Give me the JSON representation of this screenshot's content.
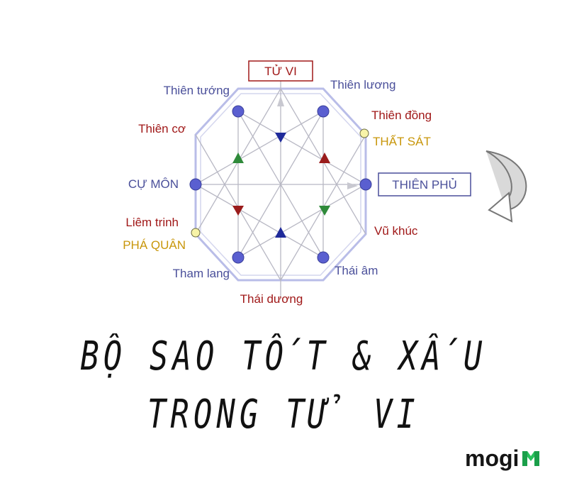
{
  "diagram": {
    "top_box": "TỬ VI",
    "right_box": "THIÊN PHỦ",
    "labels": {
      "thien_tuong": "Thiên tướng",
      "thien_luong": "Thiên lương",
      "thien_dong": "Thiên đồng",
      "that_sat": "THẤT SÁT",
      "thien_co": "Thiên cơ",
      "cu_mon": "CỰ MÔN",
      "liem_trinh": "Liêm trinh",
      "pha_quan": "PHÁ QUÂN",
      "tham_lang": "Tham lang",
      "thai_duong": "Thái dương",
      "thai_am": "Thái âm",
      "vu_khuc": "Vũ khúc"
    },
    "colors": {
      "node_blue": "#5a5fd0",
      "node_yellow": "#f7f3a8",
      "label_blue": "#4a4f9a",
      "label_red": "#a01818",
      "label_gold": "#c8960a",
      "frame": "#b9bde8",
      "tri_red": "#9a1c1c",
      "tri_green": "#2f8a3a",
      "tri_blue": "#1f2a9a"
    },
    "arrow_icon": "curved-arrow-icon"
  },
  "headline": {
    "line1": "BỘ SAO TỐT & XẤU",
    "line2": "TRONG TỬ VI"
  },
  "brand": {
    "name": "mogi",
    "logo_icon": "mogi-m-icon"
  }
}
